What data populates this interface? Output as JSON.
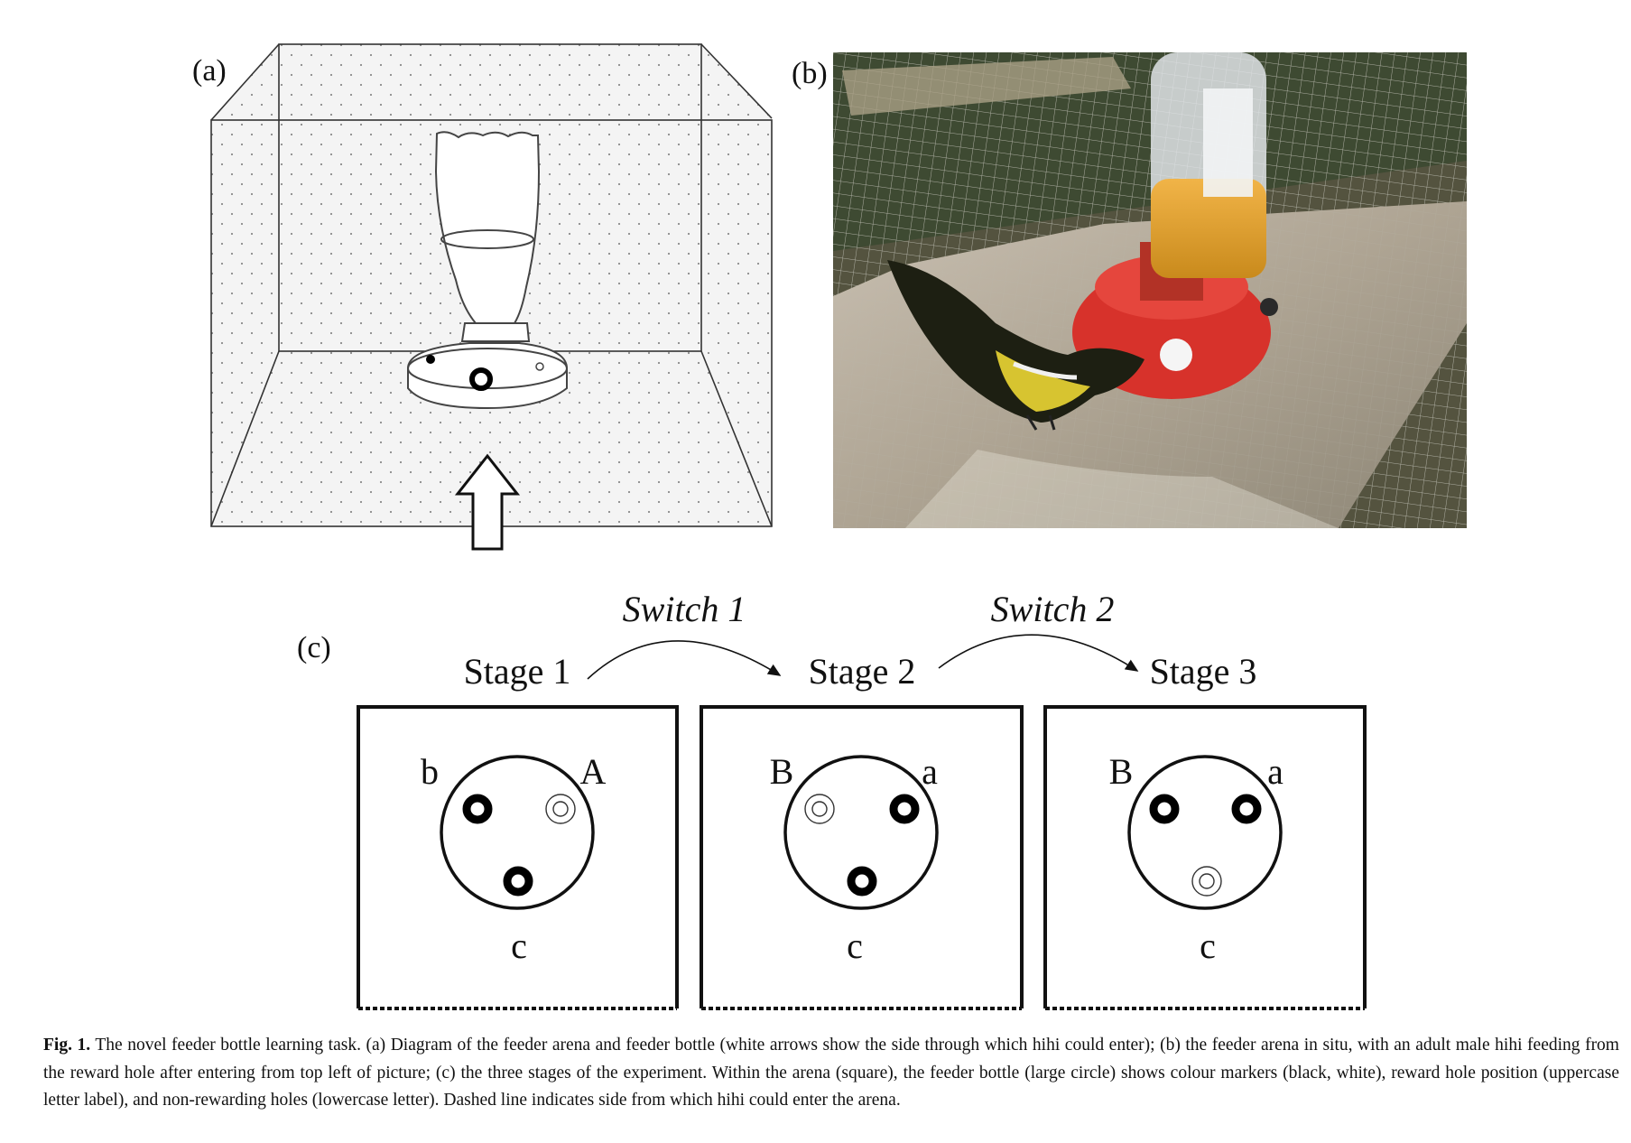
{
  "panels": {
    "a": {
      "label": "(a)"
    },
    "b": {
      "label": "(b)"
    },
    "c": {
      "label": "(c)",
      "switches": [
        "Switch 1",
        "Switch 2"
      ],
      "stages": [
        {
          "title": "Stage 1",
          "letters": {
            "left": "b",
            "right": "A",
            "bottom": "c"
          }
        },
        {
          "title": "Stage 2",
          "letters": {
            "left": "B",
            "right": "a",
            "bottom": "c"
          }
        },
        {
          "title": "Stage 3",
          "letters": {
            "left": "B",
            "right": "a",
            "bottom": "c"
          }
        }
      ]
    }
  },
  "caption": {
    "fig_number": "Fig. 1.",
    "text": "The novel feeder bottle learning task. (a) Diagram of the feeder arena and feeder bottle (white arrows show the side through which hihi could enter); (b) the feeder arena in situ, with an adult male hihi feeding from the reward hole after entering from top left of picture; (c) the three stages of the experiment. Within the arena (square), the feeder bottle (large circle) shows colour markers (black, white), reward hole position (uppercase letter label), and non-rewarding holes (lowercase letter). Dashed line indicates side from which hihi could enter the arena."
  }
}
